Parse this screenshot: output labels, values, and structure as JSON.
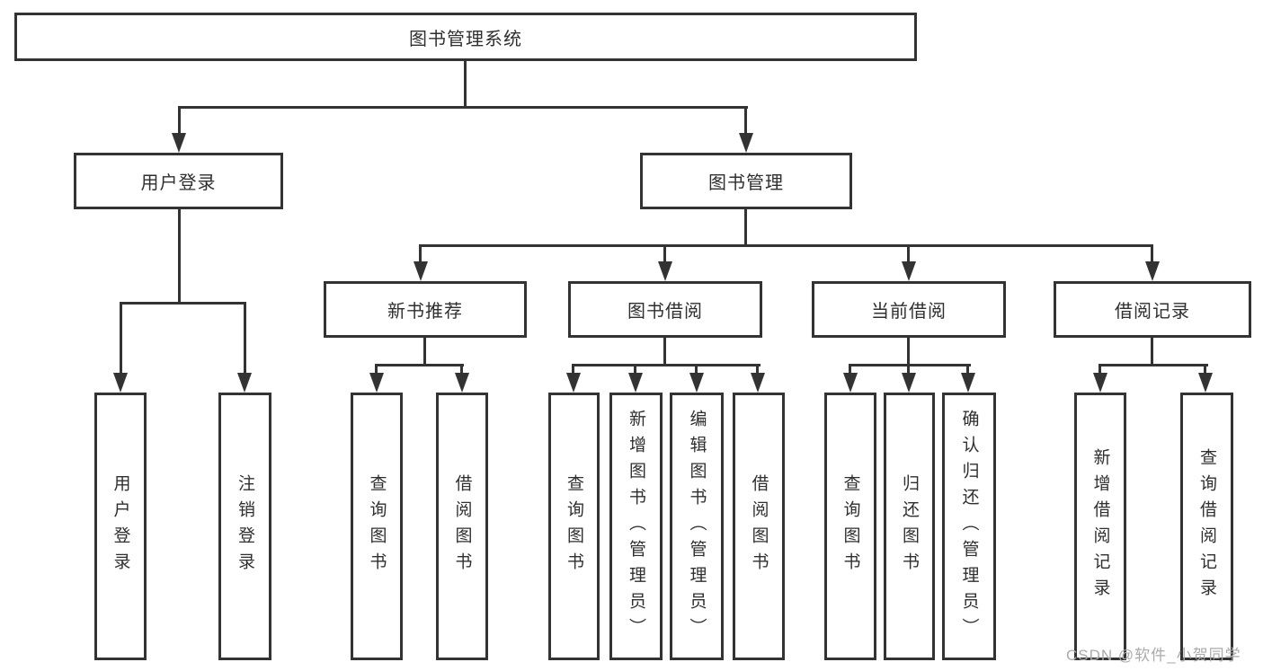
{
  "diagram": {
    "root": {
      "label": "图书管理系统"
    },
    "branches": [
      {
        "label": "用户登录",
        "children": [
          "用户登录",
          "注销登录"
        ]
      },
      {
        "label": "图书管理",
        "sections": [
          {
            "label": "新书推荐",
            "children": [
              "查询图书",
              "借阅图书"
            ]
          },
          {
            "label": "图书借阅",
            "children": [
              "查询图书",
              "新增图书（管理员）",
              "编辑图书（管理员）",
              "借阅图书"
            ]
          },
          {
            "label": "当前借阅",
            "children": [
              "查询图书",
              "归还图书",
              "确认归还（管理员）"
            ]
          },
          {
            "label": "借阅记录",
            "children": [
              "新增借阅记录",
              "查询借阅记录"
            ]
          }
        ]
      }
    ]
  },
  "watermark": {
    "text": "CSDN @软件_小贺同学"
  },
  "colors": {
    "line": "#333333",
    "text": "#2f2f2f",
    "background": "#ffffff",
    "watermark": "#ababab"
  }
}
